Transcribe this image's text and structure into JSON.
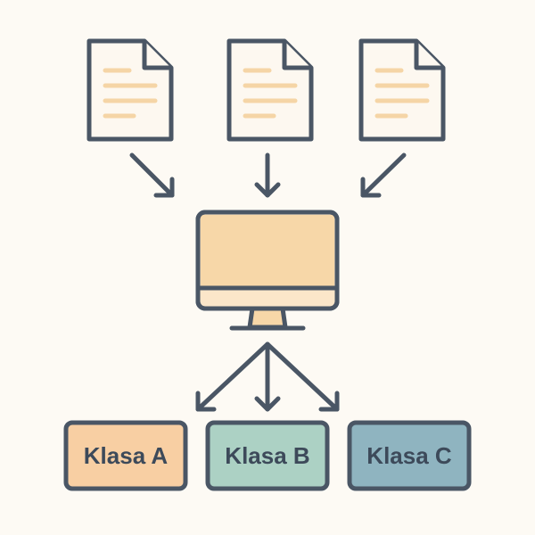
{
  "classes": [
    {
      "label": "Klasa A",
      "color": "#f8cfa3"
    },
    {
      "label": "Klasa B",
      "color": "#acd1c4"
    },
    {
      "label": "Klasa C",
      "color": "#8fb4c0"
    }
  ],
  "colors": {
    "background": "#fdfaf4",
    "outline": "#4a5665",
    "document_fill": "#fdf8f0",
    "document_lines": "#f5d5a6",
    "monitor_screen": "#f7d7a8",
    "monitor_bezel": "#fbe6c9"
  },
  "icons": {
    "documents": "document-icon",
    "computer": "monitor-icon"
  }
}
